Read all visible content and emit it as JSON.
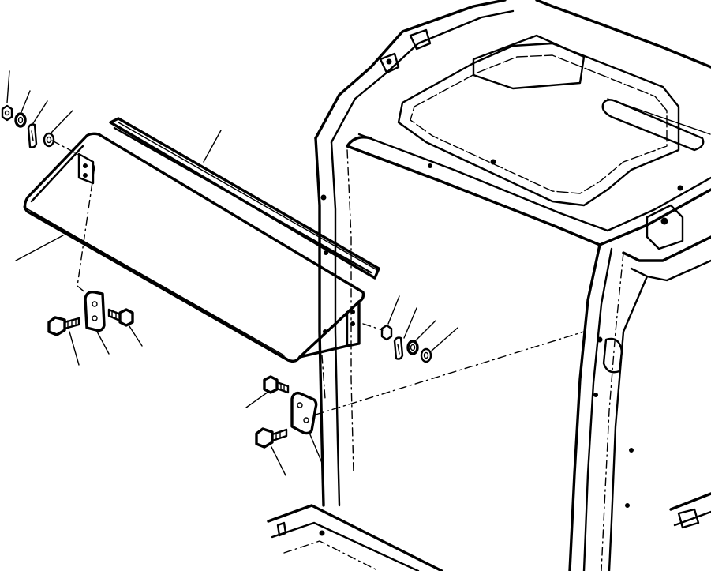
{
  "diagram": {
    "kind": "exploded-parts-drawing",
    "assembly": "cab-front-visor",
    "background": "#ffffff",
    "ink": "#000000",
    "parts": [
      {
        "name": "sun-visor-panel"
      },
      {
        "name": "weather-strip"
      },
      {
        "name": "mounting-bracket-left"
      },
      {
        "name": "mounting-bracket-right"
      },
      {
        "name": "hex-bolt"
      },
      {
        "name": "washer"
      },
      {
        "name": "lock-washer"
      },
      {
        "name": "nut"
      },
      {
        "name": "cab-frame"
      }
    ],
    "callouts_shown": 18,
    "callout_labels_printed": false
  }
}
